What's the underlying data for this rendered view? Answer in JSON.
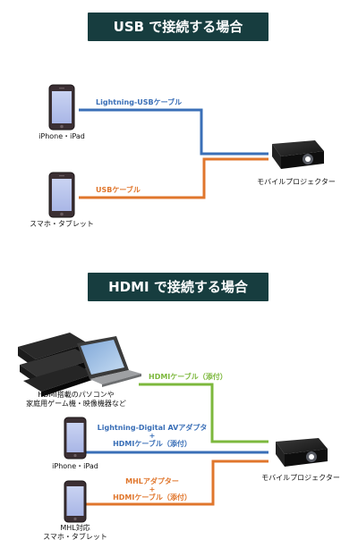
{
  "sections": {
    "usb": {
      "title": "USB で接続する場合",
      "iphone_label": "iPhone・iPad",
      "smartphone_label": "スマホ・タブレット",
      "projector_label": "モバイルプロジェクター",
      "cable_lightning": "Lightning-USBケーブル",
      "cable_usb": "USBケーブル"
    },
    "hdmi": {
      "title": "HDMI で接続する場合",
      "pc_label_line1": "HDMI搭載のパソコンや",
      "pc_label_line2": "家庭用ゲーム機・映像機器など",
      "iphone_label": "iPhone・iPad",
      "mhl_label_line1": "MHL対応",
      "mhl_label_line2": "スマホ・タブレット",
      "projector_label": "モバイルプロジェクター",
      "cable_hdmi": "HDMIケーブル（添付）",
      "cable_lightning_line1": "Lightning-Digital AVアダプタ",
      "cable_lightning_plus": "+",
      "cable_lightning_line2": "HDMIケーブル（添付）",
      "cable_mhl_line1": "MHLアダプター",
      "cable_mhl_plus": "+",
      "cable_mhl_line2": "HDMIケーブル（添付）"
    }
  },
  "colors": {
    "banner": "#173d3f",
    "blue_cable": "#3a6fb7",
    "orange_cable": "#e0762c",
    "green_cable": "#7db83d"
  },
  "icons": [
    "smartphone-icon",
    "projector-icon",
    "game-console-icon",
    "laptop-icon"
  ]
}
